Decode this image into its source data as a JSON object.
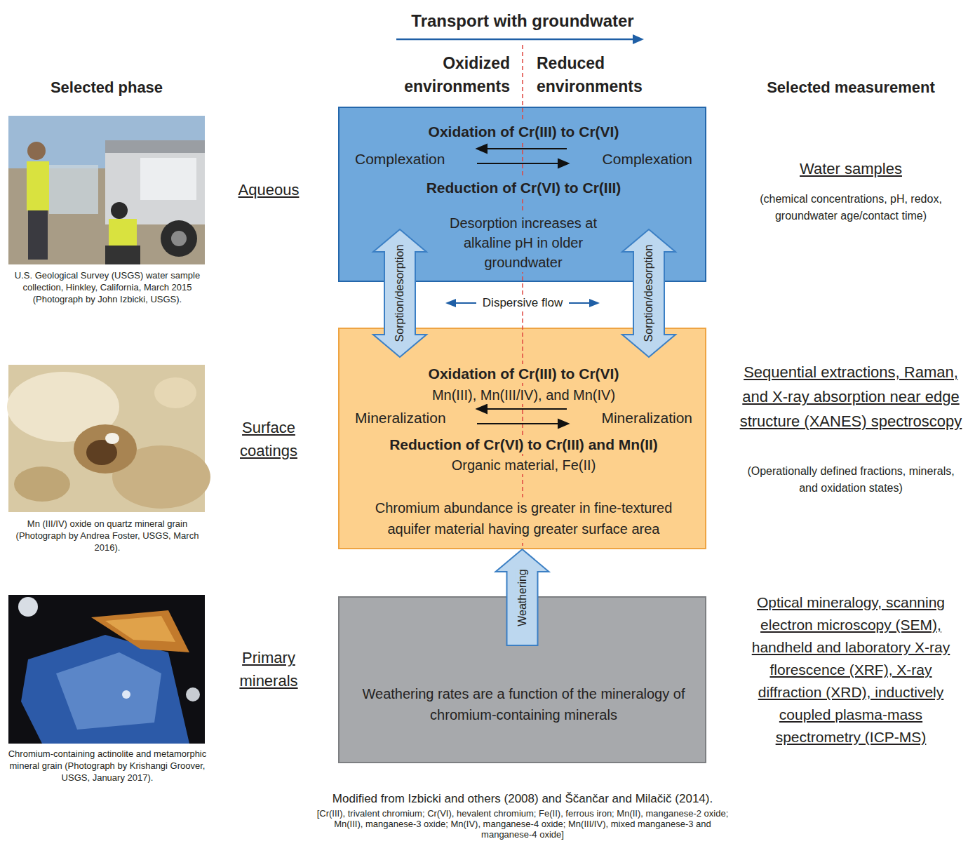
{
  "diagram": {
    "title": "Transport with groundwater",
    "caption": "Modified from Izbicki and others (2008) and Ščančar and Milačič (2014).",
    "nodes": [
      {
        "text": [
          "Oxidation of Cr(III) to Cr(VI)",
          "Complexation",
          "Complexation",
          "Reduction of Cr(VI) to Cr(III)",
          "Desorption increases at alkaline pH in older groundwater"
        ]
      },
      {
        "text": [
          "Oxidation of Cr(III) to Cr(VI)",
          "Mn(III), Mn(III/IV), and Mn(IV)",
          "Mineralization",
          "Mineralization",
          "Reduction of Cr(VI) to Cr(III) and Mn(II)",
          "Organic material, Fe(II)",
          "Chromium abundance is greater in fine-textured aquifer material having greater surface area"
        ]
      },
      {
        "text": [
          "Weathering rates are a function of the mineralogy of chromium-containing minerals"
        ]
      }
    ],
    "edges": [
      {
        "from": 0,
        "to": 1,
        "arrow": "both",
        "label": "Sorption/desorption"
      },
      {
        "from": 0,
        "to": 1,
        "arrow": "both",
        "label": "Sorption/desorption"
      },
      {
        "from": 2,
        "to": 1,
        "arrow": "to",
        "label": "Weathering"
      }
    ],
    "labels": [
      "Oxidized environments",
      "Reduced environments",
      "Selected phase",
      "Selected measurement",
      "U.S. Geological Survey (USGS) water sample collection, Hinkley, California, March 2015 (Photograph by John Izbicki, USGS).",
      "Aqueous",
      "Water samples",
      "(chemical concentrations, pH, redox, groundwater age/contact time)",
      "Dispersive flow",
      "Mn (III/IV) oxide on quartz mineral grain (Photograph by Andrea Foster, USGS, March 2016).",
      "Surface coatings",
      "Sequential extractions, Raman, and X-ray absorption near edge structure (XANES) spectroscopy",
      "(Operationally defined fractions, minerals, and oxidation states)",
      "Chromium-containing actinolite and metamorphic mineral grain (Photograph by Krishangi Groover, USGS, January 2017).",
      "Primary minerals",
      "Optical mineralogy, scanning electron microscopy (SEM), handheld and laboratory X-ray florescence (XRF), X-ray diffraction (XRD), inductively coupled plasma-mass spectrometry (ICP-MS)",
      "[Cr(III), trivalent chromium; Cr(VI), hevalent chromium; Fe(II), ferrous iron; Mn(II), manganese-2 oxide; Mn(III), manganese-3 oxide; Mn(IV), manganese-4 oxide; Mn(III/IV), mixed manganese-3 and manganese-4 oxide]"
    ]
  }
}
